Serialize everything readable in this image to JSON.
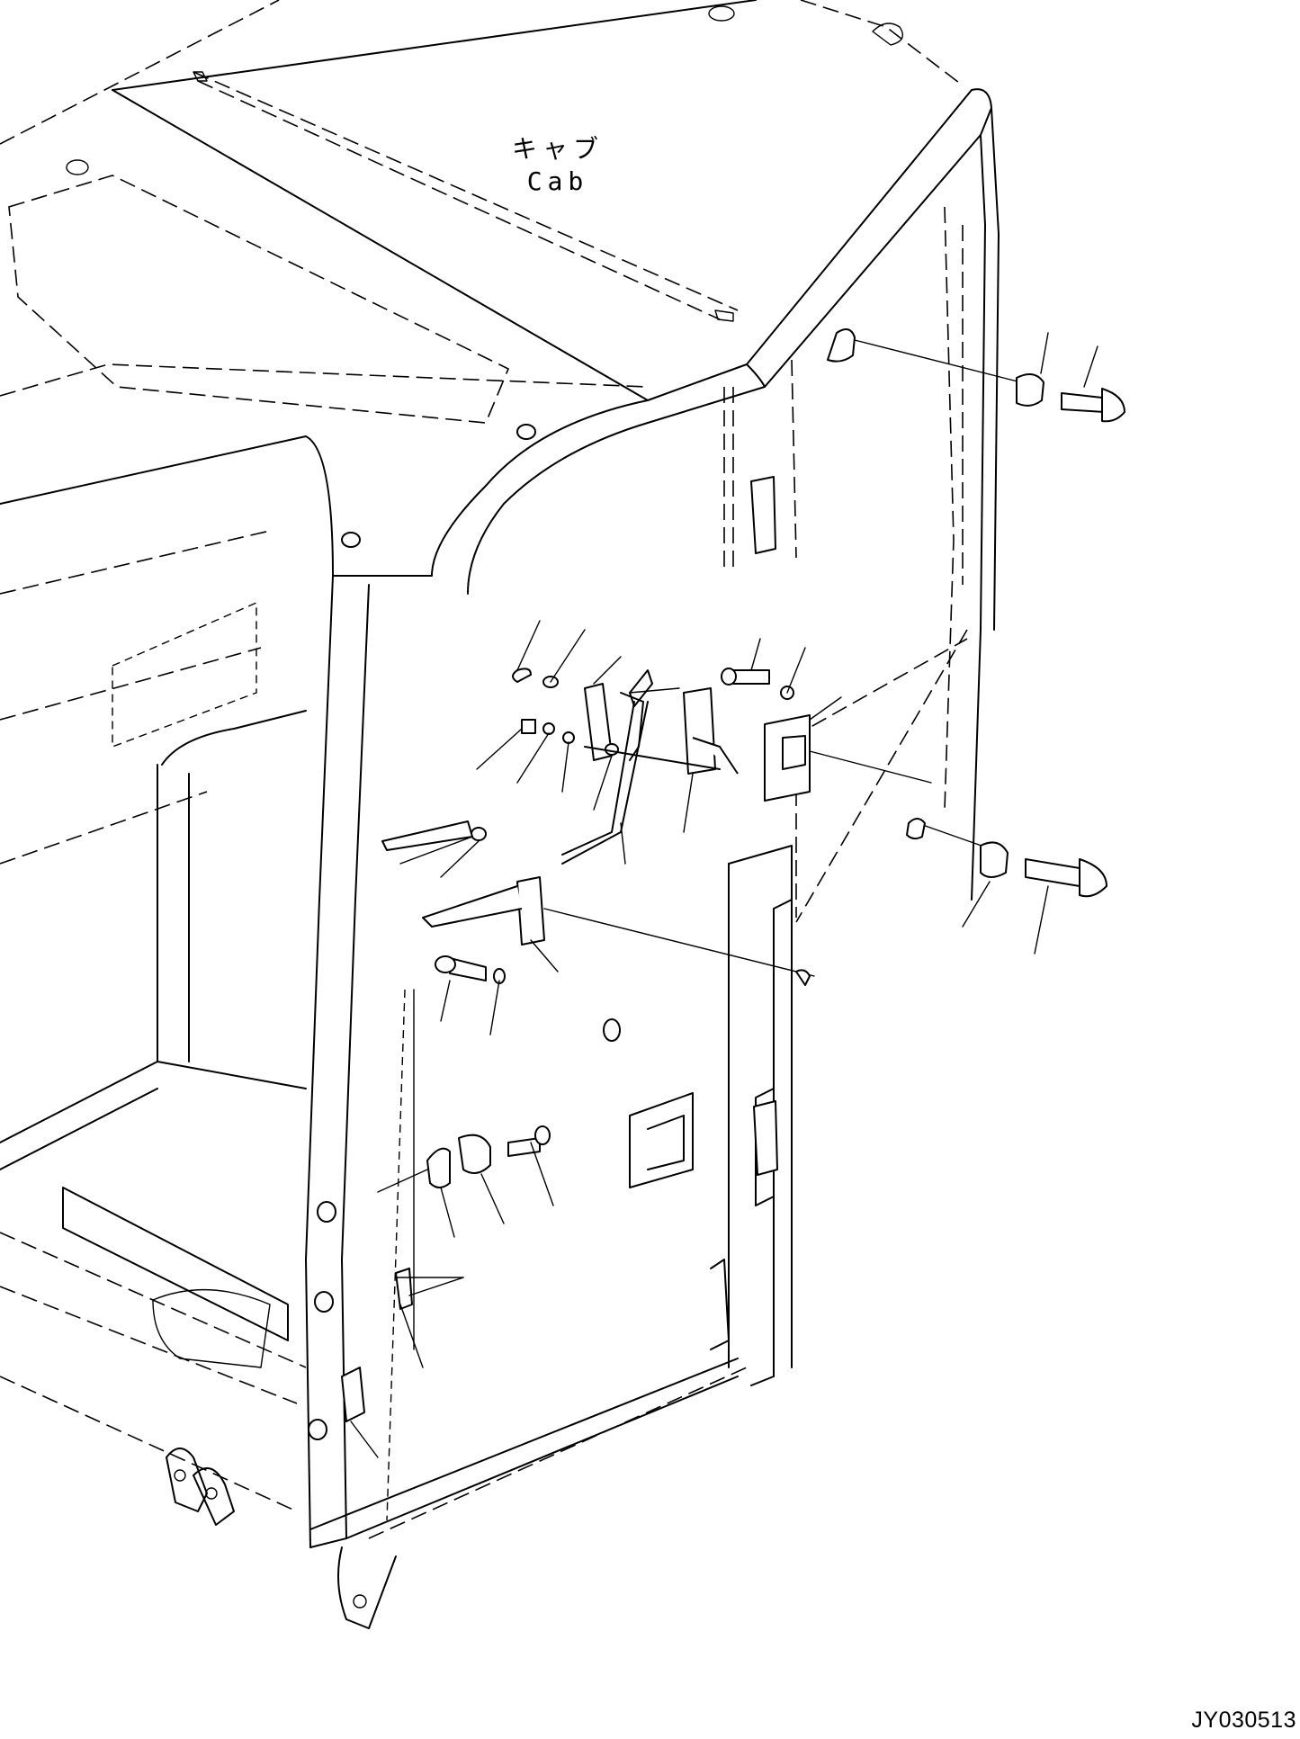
{
  "diagram": {
    "part_label_jp": "キャブ",
    "part_label_en": "Cab",
    "drawing_code": "JY030513"
  }
}
